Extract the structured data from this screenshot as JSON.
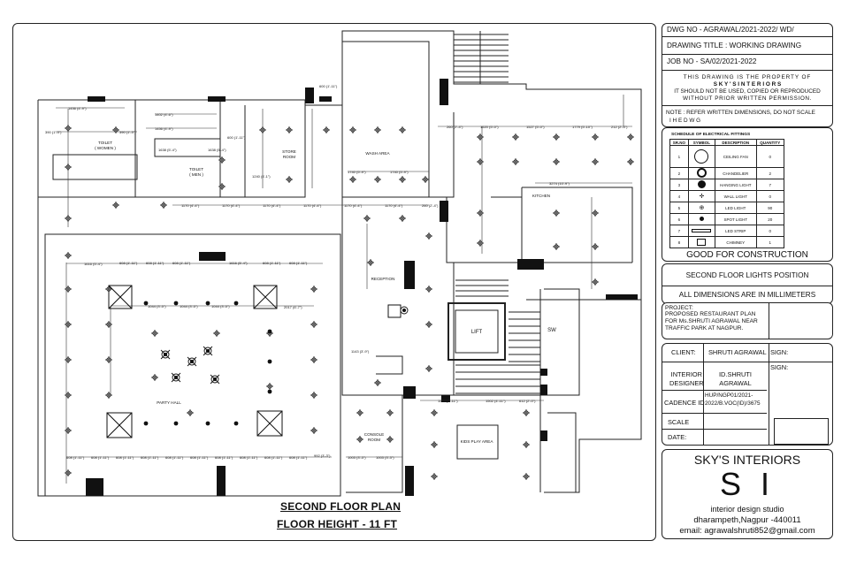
{
  "plan": {
    "caption_title": "SECOND FLOOR PLAN",
    "caption_height": "FLOOR HEIGHT - 11 FT",
    "rooms": {
      "toilet_women": "TOILET\n( WOMEN )",
      "toilet_men": "TOILET\n( MEN )",
      "store": "STORE\nROOM",
      "wash": "WASH AREA",
      "kitchen": "KITCHEN",
      "reception": "RECEPTION",
      "lift": "LIFT",
      "party_hall": "PARTY HALL",
      "console": "CONSOLE\nROOM",
      "kids": "KIDS PLAY AREA",
      "sw": "SW"
    },
    "dims": {
      "d1": "1456 (4'-9\")",
      "d2": "1402 (4'-6\")",
      "d3": "390 (1'-3\")",
      "d4": "1170 (4'-4\")",
      "d5": "1616 (5'-4\")",
      "d6": "608 (1'-11\")",
      "d7": "1044 (3'-5\")",
      "d8": "1740 (5'-9\")",
      "d9": "1520 (5'-0\")",
      "d10": "1527 (5'-0\")",
      "d11": "1779 (5'-10\")",
      "d12": "3274 (10'-9\")",
      "d13": "1500 (4'-11\")",
      "d14": "1502 (4'-11\")",
      "d15": "1003 (3'-3\")",
      "d16": "612 (2'-0\")",
      "d17": "992 (3'-3\")",
      "d18": "1240 (4'-1\")",
      "d19": "1638 (5'-4\")",
      "d20": "600 (1'-11\")",
      "d21": "1143 (3'-9\")",
      "d22": "1044 (3'-5\")"
    }
  },
  "title_block": {
    "dwg_no": "DWG NO - AGRAWAL/2021-2022/ WD/",
    "drawing_title": "DRAWING TITLE :  WORKING DRAWING",
    "job_no": "JOB NO - SA/02/2021-2022",
    "property_1": "THIS DRAWING IS THE PROPERTY OF",
    "property_2": "S K Y ' S   I N T E R I O R S",
    "property_3": "IT SHOULD NOT BE USED, COPIED OR REPRODUCED",
    "property_4": "WITHOUT PRIOR WRITTEN PERMISSION.",
    "note_1": "NOTE : REFER WRITTEN DIMENSIONS, DO NOT SCALE",
    "note_2": "I          H          E          D          W          G",
    "schedule": {
      "title": "SCHEDULE OF ELECTRICAL FITTINGS",
      "headers": [
        "SR.NO",
        "SYMBOL",
        "DESCRIPTION",
        "QUANTITY"
      ],
      "rows": [
        {
          "no": "1",
          "desc": "CEILING FAN",
          "qty": "0"
        },
        {
          "no": "2",
          "desc": "CHANDELIER",
          "qty": "2"
        },
        {
          "no": "3",
          "desc": "HANGING LIGHT",
          "qty": "7"
        },
        {
          "no": "4",
          "desc": "WALL LIGHT",
          "qty": "0"
        },
        {
          "no": "5",
          "desc": "LED LIGHT",
          "qty": "90"
        },
        {
          "no": "6",
          "desc": "SPOT LIGHT",
          "qty": "20"
        },
        {
          "no": "7",
          "desc": "LED STRIP",
          "qty": "0"
        },
        {
          "no": "8",
          "desc": "CHIMNEY",
          "qty": "1"
        }
      ]
    },
    "good_for_construction": "GOOD FOR CONSTRUCTION",
    "sheet_title": "SECOND FLOOR LIGHTS POSITION",
    "units": "ALL DIMENSIONS ARE IN MILLIMETERS",
    "project_label": "PROJECT:",
    "project_1": "PROPOSED RESTAURANT PLAN",
    "project_2": "FOR Ms.SHRUTI AGRAWAL NEAR",
    "project_3": "TRAFFIC PARK AT NAGPUR.",
    "client_label": "CLIENT:",
    "client_value": "SHRUTI AGRAWAL",
    "sign_label": "SIGN:",
    "designer_label": "INTERIOR\nDESIGNER",
    "designer_value": "ID.SHRUTI\nAGRAWAL",
    "cadence_label": "CADENCE ID",
    "cadence_value": "HUP/NGP01/2021-\n2022/B.VOC(ID)/3675",
    "scale_label": "SCALE",
    "date_label": "DATE:",
    "brand_name": "SKY'S INTERIORS",
    "brand_mark": "S I",
    "brand_tag": "interior design studio",
    "brand_addr": "dharampeth,Nagpur -440011",
    "brand_email": "email: agrawalshruti852@gmail.com"
  }
}
